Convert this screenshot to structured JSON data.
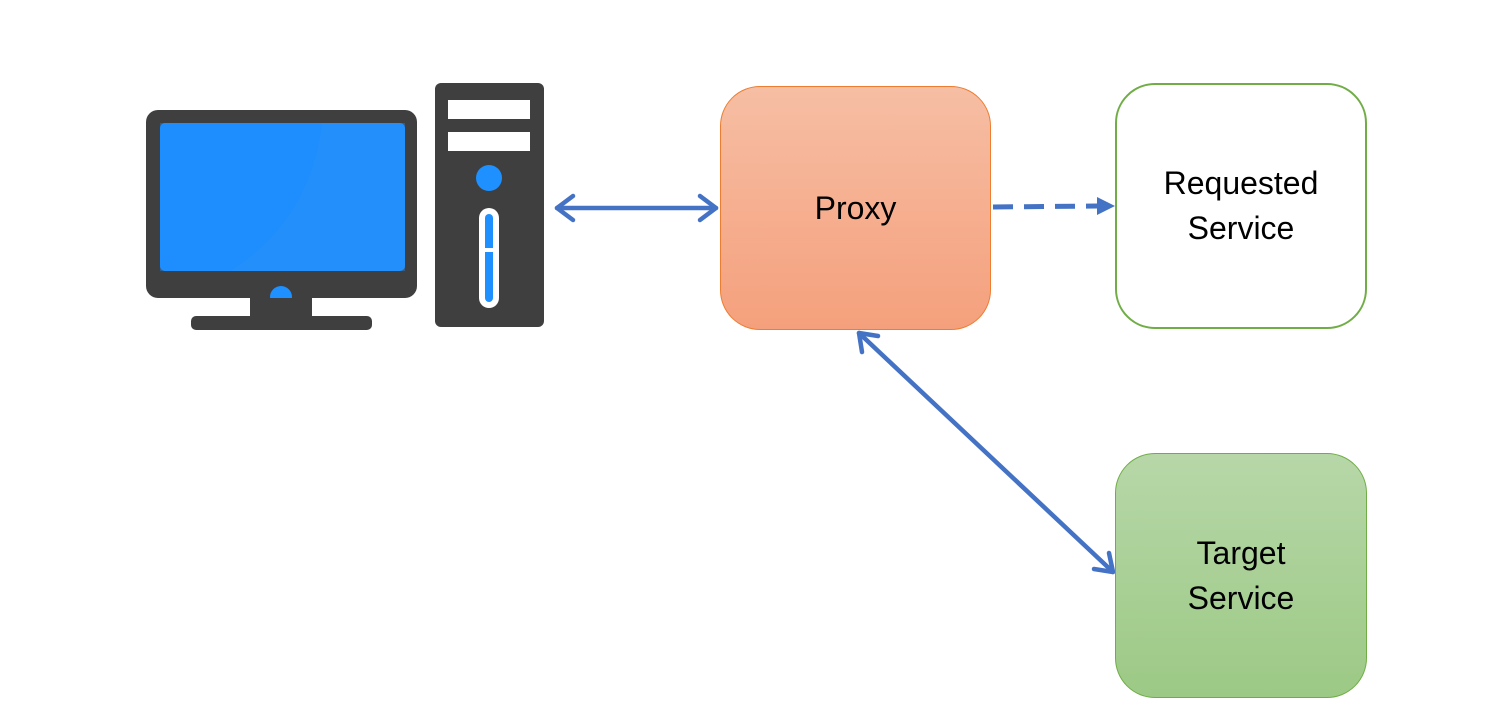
{
  "diagram": {
    "nodes": {
      "client": {
        "icon": "desktop-computer-icon"
      },
      "proxy": {
        "label": "Proxy"
      },
      "requested_service": {
        "label": "Requested\nService"
      },
      "target_service": {
        "label": "Target\nService"
      }
    },
    "edges": [
      {
        "from": "client",
        "to": "proxy",
        "style": "solid",
        "direction": "both"
      },
      {
        "from": "proxy",
        "to": "requested_service",
        "style": "dashed",
        "direction": "forward"
      },
      {
        "from": "proxy",
        "to": "target_service",
        "style": "solid",
        "direction": "both"
      }
    ],
    "colors": {
      "arrow": "#4472c4",
      "proxy_fill": "#f4b183",
      "proxy_border": "#ed7d31",
      "service_border": "#70ad47",
      "target_fill": "#a9d18e",
      "computer_body": "#3f3f3f",
      "screen": "#1e90ff"
    }
  }
}
